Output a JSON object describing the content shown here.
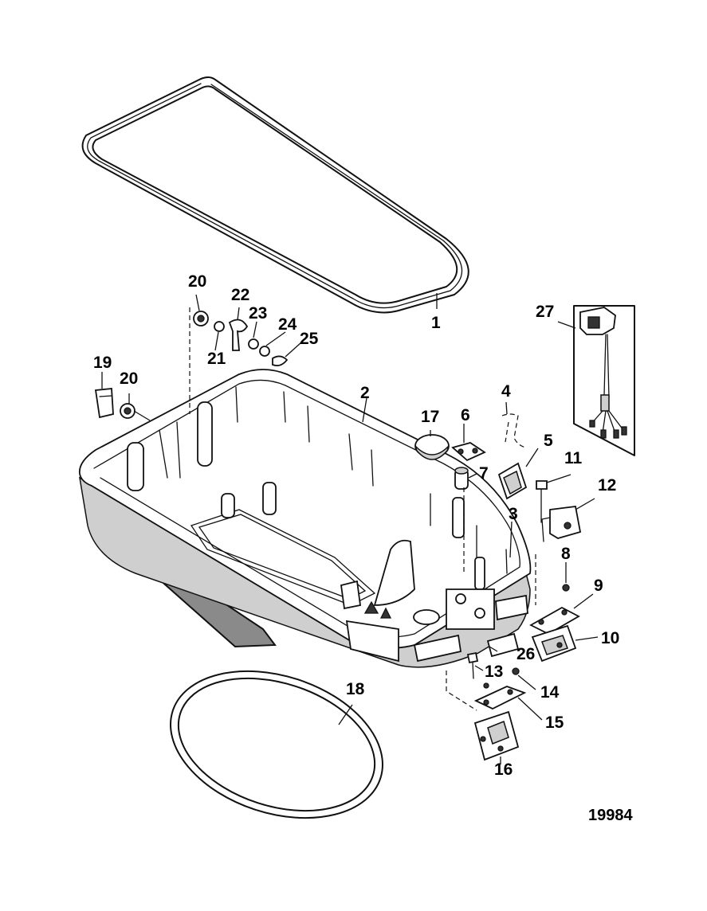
{
  "figure": {
    "figure_number": "19984",
    "callouts": [
      "1",
      "2",
      "3",
      "4",
      "5",
      "6",
      "7",
      "8",
      "9",
      "10",
      "11",
      "12",
      "13",
      "14",
      "15",
      "16",
      "17",
      "18",
      "19",
      "20",
      "20",
      "21",
      "22",
      "23",
      "24",
      "25",
      "26",
      "27"
    ]
  }
}
